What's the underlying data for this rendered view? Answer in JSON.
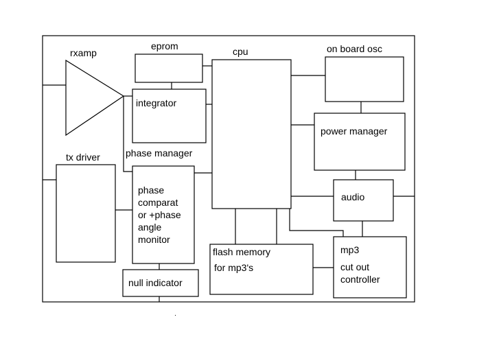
{
  "labels": {
    "rxamp": "rxamp",
    "eprom": "eprom",
    "cpu": "cpu",
    "on_board_osc": "on board osc",
    "integrator": "integrator",
    "phase_manager": "phase manager",
    "power_manager": "power manager",
    "tx_driver": "tx driver",
    "phase_comparator": [
      "phase",
      "comparat",
      "or +phase",
      "angle",
      "monitor"
    ],
    "audio": "audio",
    "flash_memory": "flash memory",
    "flash_memory_sub": "for mp3's",
    "mp3_controller": [
      "mp3",
      "cut out",
      "controller"
    ],
    "null_indicator": "null indicator"
  }
}
